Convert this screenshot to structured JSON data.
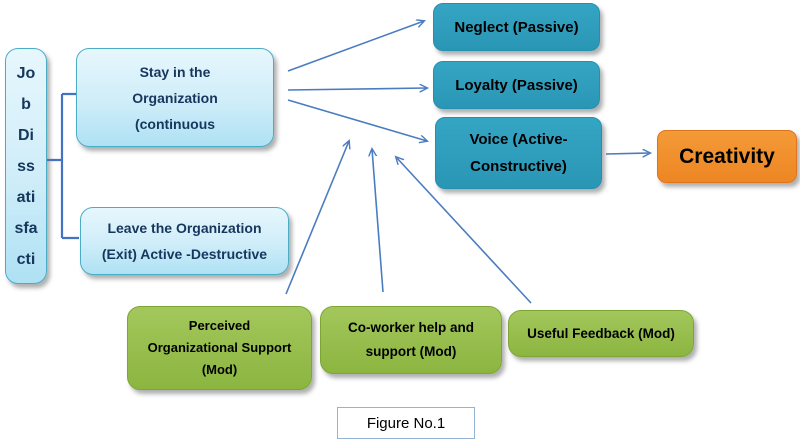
{
  "boxes": {
    "job": {
      "lines": [
        "Jo",
        "b",
        "Di",
        "ss",
        "ati",
        "sfa",
        "cti"
      ]
    },
    "stay": {
      "lines": [
        "Stay in the",
        "Organization",
        "(continuous"
      ]
    },
    "leave": {
      "lines": [
        "Leave the Organization",
        "(Exit) Active -Destructive"
      ]
    },
    "neglect": {
      "label": "Neglect (Passive)"
    },
    "loyalty": {
      "label": "Loyalty (Passive)"
    },
    "voice": {
      "lines": [
        "Voice (Active-",
        "Constructive)"
      ]
    },
    "creativity": {
      "label": "Creativity"
    },
    "perceived": {
      "lines": [
        "Perceived",
        "Organizational  Support",
        "(Mod)"
      ]
    },
    "coworker": {
      "lines": [
        "Co-worker  help and",
        "support  (Mod)"
      ]
    },
    "feedback": {
      "label": "Useful Feedback (Mod)"
    },
    "caption": {
      "label": "Figure No.1"
    }
  },
  "colors": {
    "light_blue_top": "#E7F7FD",
    "light_blue_bottom": "#AEE1F4",
    "light_blue_border": "#4BACC6",
    "teal_top": "#35A5C4",
    "teal_bottom": "#2A96B5",
    "green_top": "#A3C75C",
    "green_bottom": "#8CB540",
    "orange_top": "#F49A38",
    "orange_bottom": "#ED8623",
    "orange_border": "#DC751C",
    "arrow": "#4A7CC0",
    "connector": "#4472C4",
    "navy_text": "#17365D",
    "caption_border": "#95B3D7"
  }
}
